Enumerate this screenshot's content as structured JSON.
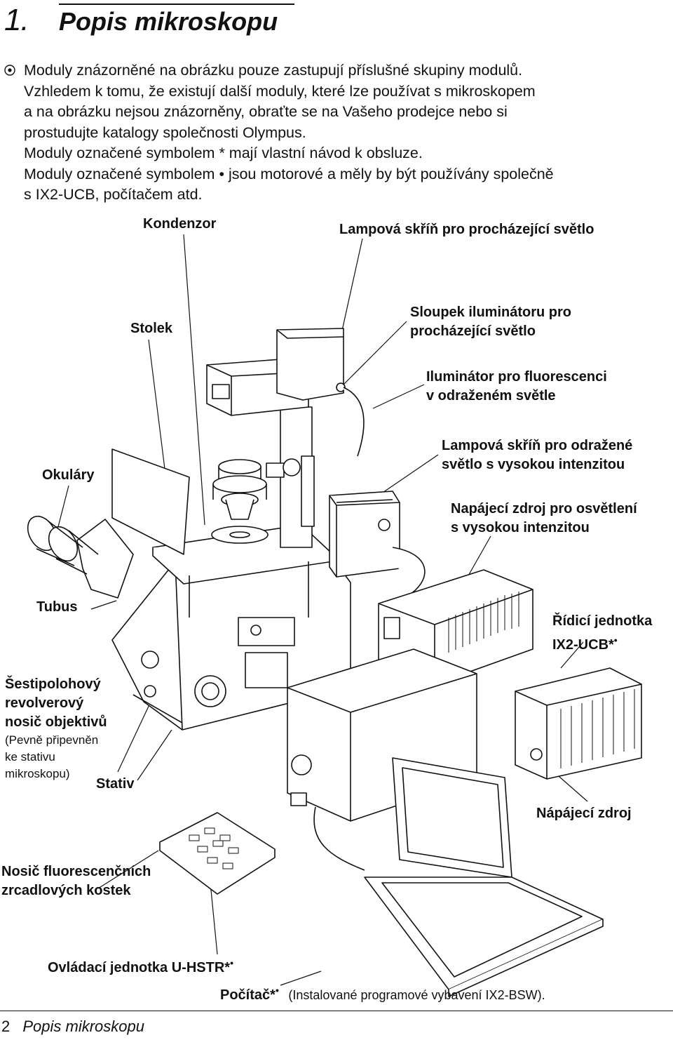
{
  "header": {
    "chapter_number": "1.",
    "chapter_title": "Popis mikroskopu"
  },
  "intro": {
    "icon": "note-bullet-icon",
    "lines": [
      "Moduly znázorněné na obrázku pouze zastupují příslušné skupiny modulů.",
      "Vzhledem k tomu, že existují další moduly, které lze používat s mikroskopem",
      "a na obrázku nejsou znázorněny, obraťte se na Vašeho prodejce nebo si",
      "prostudujte katalogy společnosti Olympus.",
      "Moduly označené symbolem * mají vlastní návod k obsluze.",
      "Moduly označené symbolem • jsou motorové a měly by být používány společně",
      "s IX2-UCB, počítačem atd."
    ]
  },
  "labels": {
    "kondenzor": "Kondenzor",
    "lampova_prochazejici": "Lampová skříň pro procházející světlo",
    "stolek": "Stolek",
    "sloupek": [
      "Sloupek iluminátoru pro",
      "procházející světlo"
    ],
    "iluminator": [
      "Iluminátor pro fluorescenci",
      "v odraženém světle"
    ],
    "lampova_odrazene": [
      "Lampová skříň pro odražené",
      "světlo s vysokou intenzitou"
    ],
    "napajeci_osvetleni": [
      "Napájecí zdroj pro osvětlení",
      "s vysokou intenzitou"
    ],
    "okulary": "Okuláry",
    "tubus": "Tubus",
    "ridici": [
      "Řídicí jednotka",
      "IX2-UCB*"
    ],
    "ridici_mark": "•",
    "sestipolohovy": [
      "Šestipolohový",
      "revolverový",
      "nosič objektivů"
    ],
    "sestipolohovy_note": [
      "(Pevně připevněn",
      "ke stativu",
      "mikroskopu)"
    ],
    "stativ": "Stativ",
    "napajeci_zdroj": "Nápájecí zdroj",
    "nosic": [
      "Nosič fluorescenčních",
      "zrcadlových kostek"
    ],
    "ovladaci": "Ovládací jednotka U-HSTR*",
    "ovladaci_mark": "•",
    "pocitac": "Počítač*",
    "pocitac_mark": "•",
    "pocitac_note": "(Instalované programové vybavení IX2-BSW)."
  },
  "footer": {
    "page_number": "2",
    "title": "Popis mikroskopu"
  }
}
